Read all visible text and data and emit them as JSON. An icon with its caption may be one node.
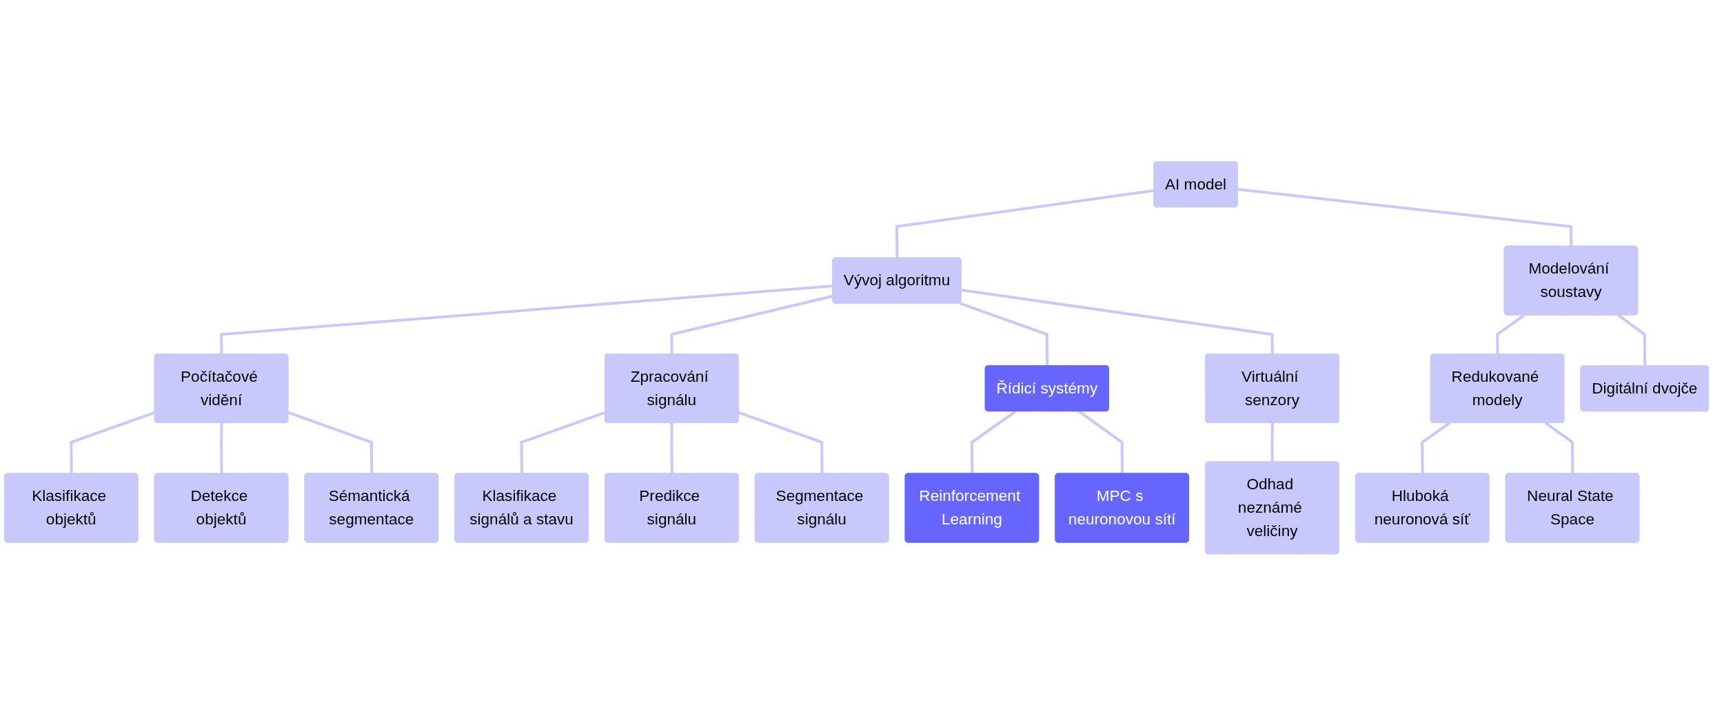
{
  "diagram": {
    "nodes": [
      {
        "text": [
          "AI model"
        ]
      },
      {
        "text": [
          "Vývoj algoritmu"
        ]
      },
      {
        "text": [
          "Modelování soustavy"
        ]
      },
      {
        "text": [
          "Počítačové vidění"
        ]
      },
      {
        "text": [
          "Zpracování signálu"
        ]
      },
      {
        "text": [
          "Řídicí systémy"
        ]
      },
      {
        "text": [
          "Virtuální senzory"
        ]
      },
      {
        "text": [
          "Redukované modely"
        ]
      },
      {
        "text": [
          "Digitální dvojče"
        ]
      },
      {
        "text": [
          "Klasifikace objektů"
        ]
      },
      {
        "text": [
          "Detekce objektů"
        ]
      },
      {
        "text": [
          "Sémantická segmentace"
        ]
      },
      {
        "text": [
          "Klasifikace signálů a stavu"
        ]
      },
      {
        "text": [
          "Predikce signálu"
        ]
      },
      {
        "text": [
          "Segmentace signálu"
        ]
      },
      {
        "text": [
          "Reinforcement Learning"
        ]
      },
      {
        "text": [
          "MPC s neuronovou sítí"
        ]
      },
      {
        "text": [
          "Odhad neznámé veličiny"
        ]
      },
      {
        "text": [
          "Hluboká neuronová síť"
        ]
      },
      {
        "text": [
          "Neural State Space"
        ]
      }
    ],
    "edges": [
      {
        "from": 0,
        "to": 1,
        "arrow": "none"
      },
      {
        "from": 0,
        "to": 2,
        "arrow": "none"
      },
      {
        "from": 1,
        "to": 3,
        "arrow": "none"
      },
      {
        "from": 1,
        "to": 4,
        "arrow": "none"
      },
      {
        "from": 1,
        "to": 5,
        "arrow": "none"
      },
      {
        "from": 1,
        "to": 6,
        "arrow": "none"
      },
      {
        "from": 2,
        "to": 7,
        "arrow": "none"
      },
      {
        "from": 2,
        "to": 8,
        "arrow": "none"
      },
      {
        "from": 3,
        "to": 9,
        "arrow": "none"
      },
      {
        "from": 3,
        "to": 10,
        "arrow": "none"
      },
      {
        "from": 3,
        "to": 11,
        "arrow": "none"
      },
      {
        "from": 4,
        "to": 12,
        "arrow": "none"
      },
      {
        "from": 4,
        "to": 13,
        "arrow": "none"
      },
      {
        "from": 4,
        "to": 14,
        "arrow": "none"
      },
      {
        "from": 5,
        "to": 15,
        "arrow": "none"
      },
      {
        "from": 5,
        "to": 16,
        "arrow": "none"
      },
      {
        "from": 6,
        "to": 17,
        "arrow": "none"
      },
      {
        "from": 7,
        "to": 18,
        "arrow": "none"
      },
      {
        "from": 7,
        "to": 19,
        "arrow": "none"
      }
    ]
  }
}
